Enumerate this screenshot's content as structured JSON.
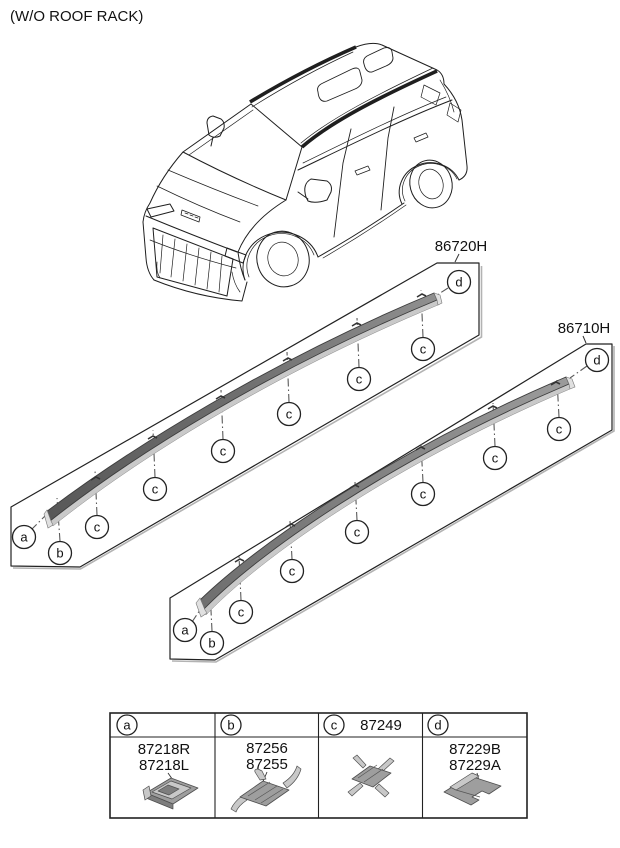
{
  "title": "(W/O ROOF RACK)",
  "panels": {
    "p1": {
      "part_label": "86720H",
      "callouts_sequence": [
        "a",
        "b",
        "c",
        "c",
        "c",
        "c",
        "c",
        "c",
        "d"
      ]
    },
    "p2": {
      "part_label": "86710H",
      "callouts_sequence": [
        "a",
        "b",
        "c",
        "c",
        "c",
        "c",
        "c",
        "c",
        "d"
      ]
    }
  },
  "callout_letters": {
    "a": "a",
    "b": "b",
    "c": "c",
    "d": "d"
  },
  "legend": {
    "columns": [
      {
        "letter": "a",
        "header_part": "",
        "part_numbers": [
          "87218R",
          "87218L"
        ],
        "icon": "clip-pad-icon"
      },
      {
        "letter": "b",
        "header_part": "",
        "part_numbers": [
          "87256",
          "87255"
        ],
        "icon": "clip-prong-icon"
      },
      {
        "letter": "c",
        "header_part": "87249",
        "part_numbers": [],
        "icon": "clip-cross-icon"
      },
      {
        "letter": "d",
        "header_part": "",
        "part_numbers": [
          "87229B",
          "87229A"
        ],
        "icon": "clip-plate-icon"
      }
    ]
  },
  "colors": {
    "line": "#1f1f1f",
    "molding_dark": "#585858",
    "molding_mid": "#8a8a8a",
    "molding_underside": "#c9c9c9",
    "panel_shadow": "#b3b3b3",
    "clip_light": "#c8c8c8",
    "clip_mid": "#9e9e9e",
    "clip_dark": "#7e7e7e"
  }
}
